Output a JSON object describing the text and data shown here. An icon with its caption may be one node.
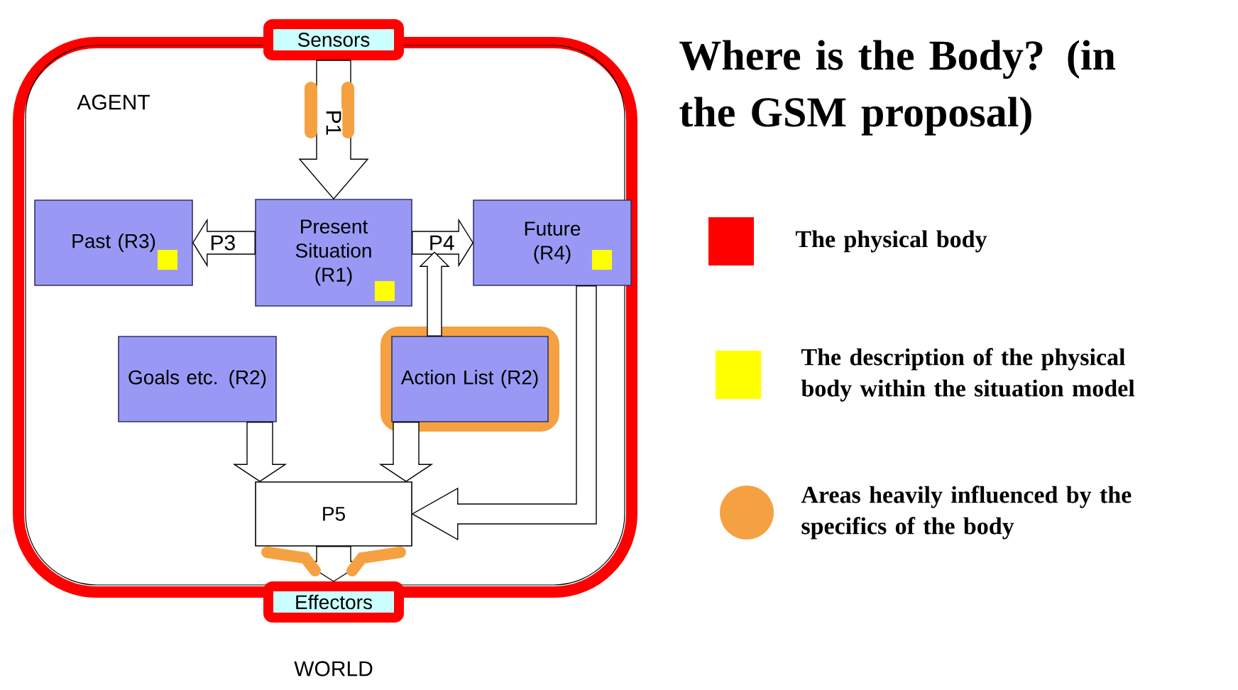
{
  "diagram": {
    "title": "Where is the Body? (in the GSM proposal)",
    "nodes": [
      {
        "text": [
          "Sensors"
        ]
      },
      {
        "text": [
          "Past (R3)"
        ]
      },
      {
        "text": [
          "Present Situation (R1)"
        ]
      },
      {
        "text": [
          "Future (R4)"
        ]
      },
      {
        "text": [
          "Goals etc. (R2)"
        ]
      },
      {
        "text": [
          "Action List (R2)"
        ]
      },
      {
        "text": [
          "P5"
        ]
      },
      {
        "text": [
          "Effectors"
        ]
      }
    ],
    "edges": [
      {
        "from": 0,
        "to": 2,
        "arrow": "to",
        "label": "P1"
      },
      {
        "from": 2,
        "to": 1,
        "arrow": "to",
        "label": "P3"
      },
      {
        "from": 2,
        "to": 3,
        "arrow": "to",
        "label": "P4"
      },
      {
        "from": 5,
        "to": null,
        "arrow": "to"
      },
      {
        "from": 4,
        "to": 6,
        "arrow": "to"
      },
      {
        "from": 5,
        "to": 6,
        "arrow": "to"
      },
      {
        "from": 3,
        "to": 6,
        "arrow": "to"
      },
      {
        "from": 6,
        "to": 7,
        "arrow": "to"
      }
    ],
    "labels": [
      "AGENT",
      "WORLD"
    ],
    "legend": [
      {
        "text": "The physical body",
        "color": "#ff0000"
      },
      {
        "text": "The description of the physical body within the situation model",
        "color": "#ffff00"
      },
      {
        "text": "Areas heavily influenced by the specifics of the body",
        "color": "#f5a142"
      }
    ]
  }
}
